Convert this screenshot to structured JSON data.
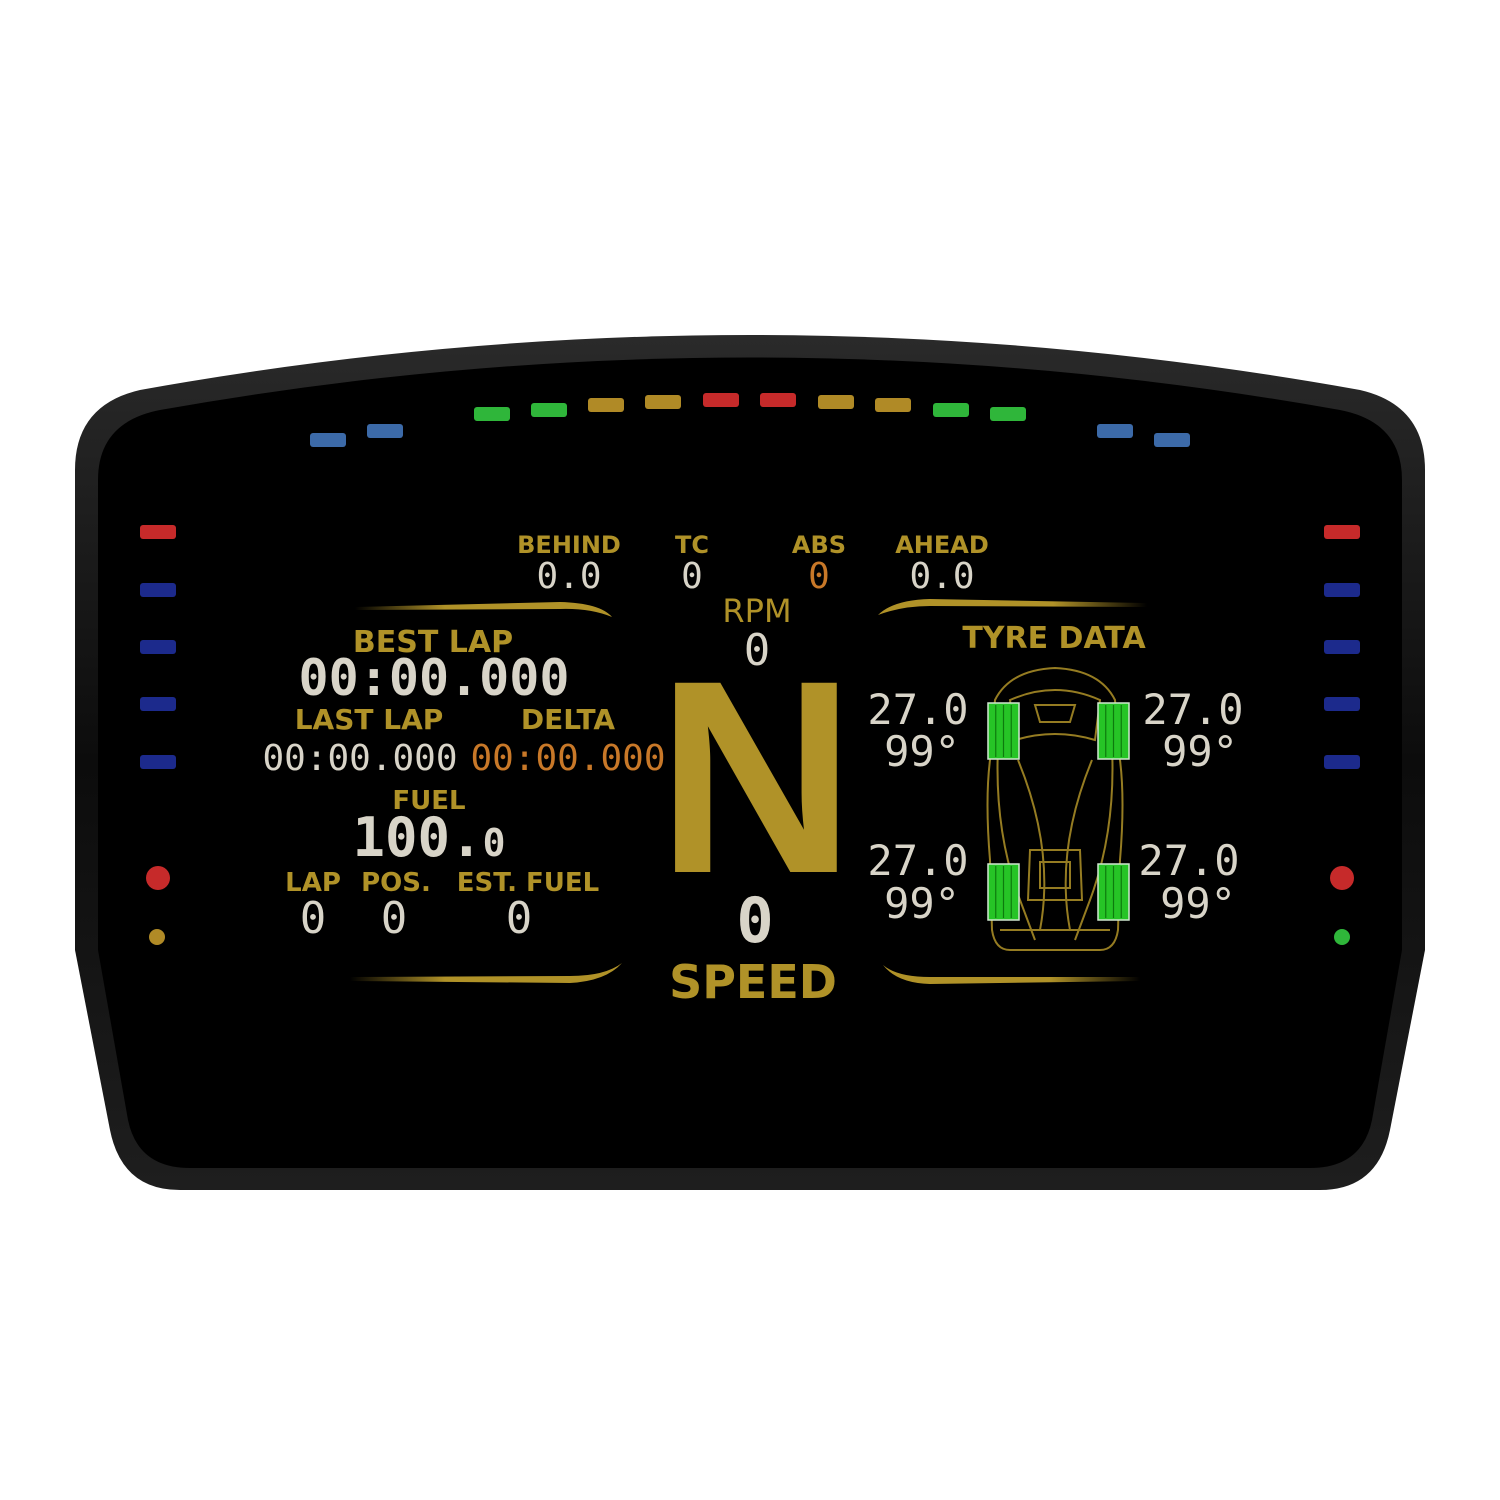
{
  "colors": {
    "gold": "#b09228",
    "white_value": "#d8d4c8",
    "orange_value": "#c87828",
    "screen": "#000000",
    "bezel": "#101010",
    "led_blue": "#3c6aa8",
    "led_navy": "#1c2a8c",
    "led_green": "#2fb63a",
    "led_amber": "#b08a26",
    "led_red": "#c62a2a",
    "tyre_green": "#26c426"
  },
  "shift_leds": [
    "blue",
    "blue",
    "green",
    "green",
    "amber",
    "amber",
    "red",
    "red",
    "amber",
    "amber",
    "green",
    "green",
    "blue",
    "blue"
  ],
  "side_leds": {
    "left": [
      "red",
      "navy",
      "navy",
      "navy",
      "navy"
    ],
    "right": [
      "red",
      "navy",
      "navy",
      "navy",
      "navy"
    ],
    "left_dots": [
      "red",
      "amber"
    ],
    "right_dots": [
      "red",
      "green"
    ]
  },
  "top_row": {
    "behind": {
      "label": "BEHIND",
      "value": "0.0"
    },
    "tc": {
      "label": "TC",
      "value": "0"
    },
    "abs": {
      "label": "ABS",
      "value": "0"
    },
    "ahead": {
      "label": "AHEAD",
      "value": "0.0"
    }
  },
  "rpm": {
    "label": "RPM",
    "value": "0"
  },
  "gear": "N",
  "speed": {
    "label": "SPEED",
    "value": "0"
  },
  "left_panel": {
    "best_lap": {
      "label": "BEST LAP",
      "value": "00:00.000"
    },
    "last_lap": {
      "label": "LAST LAP",
      "value": "00:00.000"
    },
    "delta": {
      "label": "DELTA",
      "value": "00:00.000"
    },
    "fuel": {
      "label": "FUEL",
      "value_main": "100.",
      "value_decimal": "0"
    },
    "lap": {
      "label": "LAP",
      "value": "0"
    },
    "pos": {
      "label": "POS.",
      "value": "0"
    },
    "est_fuel": {
      "label": "EST. FUEL",
      "value": "0"
    }
  },
  "tyre_data": {
    "title": "TYRE DATA",
    "fl": {
      "pressure": "27.0",
      "temp": "99°"
    },
    "fr": {
      "pressure": "27.0",
      "temp": "99°"
    },
    "rl": {
      "pressure": "27.0",
      "temp": "99°"
    },
    "rr": {
      "pressure": "27.0",
      "temp": "99°"
    }
  }
}
